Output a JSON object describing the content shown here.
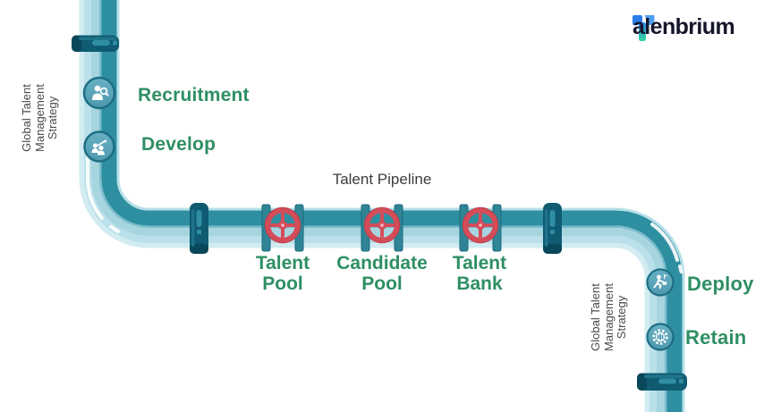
{
  "logo": {
    "brand": "Talenbrium",
    "mark_letter": "T",
    "text_after_mark": "alenbrium"
  },
  "pipeline": {
    "title": "Talent Pipeline"
  },
  "left_branch": {
    "side_label_lines": [
      "Global Talent",
      "Management",
      "Strategy"
    ],
    "stages": [
      {
        "label": "Recruitment",
        "icon": "person-search-icon"
      },
      {
        "label": "Develop",
        "icon": "people-growth-icon"
      }
    ]
  },
  "main_line": {
    "valves": [
      {
        "lines": [
          "Talent",
          "Pool"
        ],
        "icon": "red-valve-wheel-icon"
      },
      {
        "lines": [
          "Candidate",
          "Pool"
        ],
        "icon": "red-valve-wheel-icon"
      },
      {
        "lines": [
          "Talent",
          "Bank"
        ],
        "icon": "red-valve-wheel-icon"
      }
    ]
  },
  "right_branch": {
    "side_label_lines": [
      "Global Talent",
      "Management",
      "Strategy"
    ],
    "stages": [
      {
        "label": "Deploy",
        "icon": "running-person-icon"
      },
      {
        "label": "Retain",
        "icon": "gear-people-icon"
      }
    ]
  },
  "colors": {
    "pipe_light": "#a6d5e0",
    "pipe_dark_stripe": "#2e8fa1",
    "pipe_lightest": "#d2ecf2",
    "coupling_dark": "#0f5b72",
    "valve_red": "#d54c59",
    "stage_label_green": "#2e8f63",
    "title_gray": "#3d3d3d",
    "side_text_gray": "#4a4a4a",
    "logo_blue": "#2b7de9",
    "logo_mint": "#36d9a0",
    "logo_text": "#15152b"
  }
}
